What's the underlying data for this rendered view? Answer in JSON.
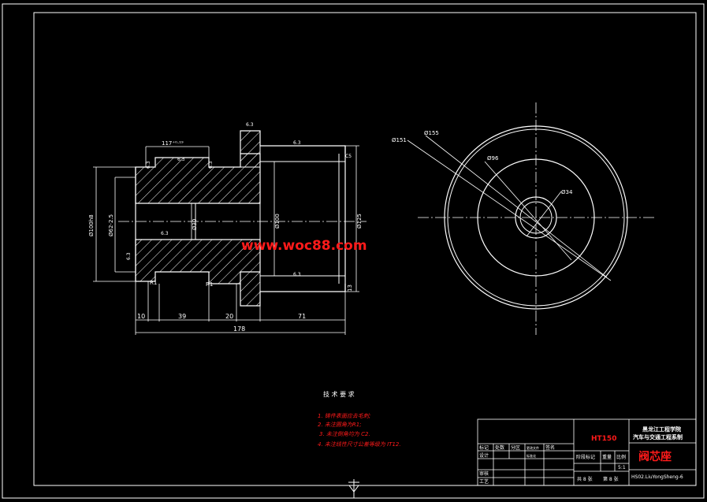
{
  "watermark": "www.woc88.com",
  "section_view": {
    "dims": {
      "top_fit": "117⁺⁰·¹⁹",
      "d_outer": "Ø100h8",
      "d_spline": "Ø62-2.5",
      "d_bore": "Ø30",
      "d_flange_inner": "Ø100",
      "d_flange_outer": "Ø125",
      "seg1": "10",
      "seg2": "39",
      "seg3": "20",
      "seg4": "71",
      "total": "178",
      "right_small": "13",
      "chamfer_top_right": "C5"
    },
    "radii": [
      "R1",
      "R1"
    ],
    "surface_marks": [
      "6.3",
      "6.3",
      "6.3",
      "6.3",
      "6.3",
      "6.3",
      "6.3",
      "6.3"
    ]
  },
  "end_view": {
    "labels": [
      "Ø151",
      "Ø155",
      "Ø96",
      "Ø34"
    ]
  },
  "tech_requirements": {
    "title": "技 术 要 求",
    "items": [
      "1. 铸件表面应去毛刺;",
      "2. 未注圆角为R1;",
      "3. 未注倒角均为 C2.",
      "4. 未注线性尺寸公差等级为 IT12."
    ]
  },
  "title_block": {
    "material": "HT150",
    "school_line1": "黑龙江工程学院",
    "school_line2": "汽车与交通工程系制",
    "drawing_name": "阀芯座",
    "drawing_code": "HS02.LiuYongSheng-6",
    "col_labels": [
      "标记",
      "处数",
      "分区",
      "更改文件",
      "签名"
    ],
    "row_design": "设计",
    "row_standard": "标准化",
    "row_review": "审核",
    "row_process": "工艺",
    "stage_label": "阶段标记",
    "weight_label": "重量",
    "scale_label": "比例",
    "scale_value": "5:1",
    "sheets_total": "共 8 张",
    "sheet_no": "第 8 张"
  }
}
